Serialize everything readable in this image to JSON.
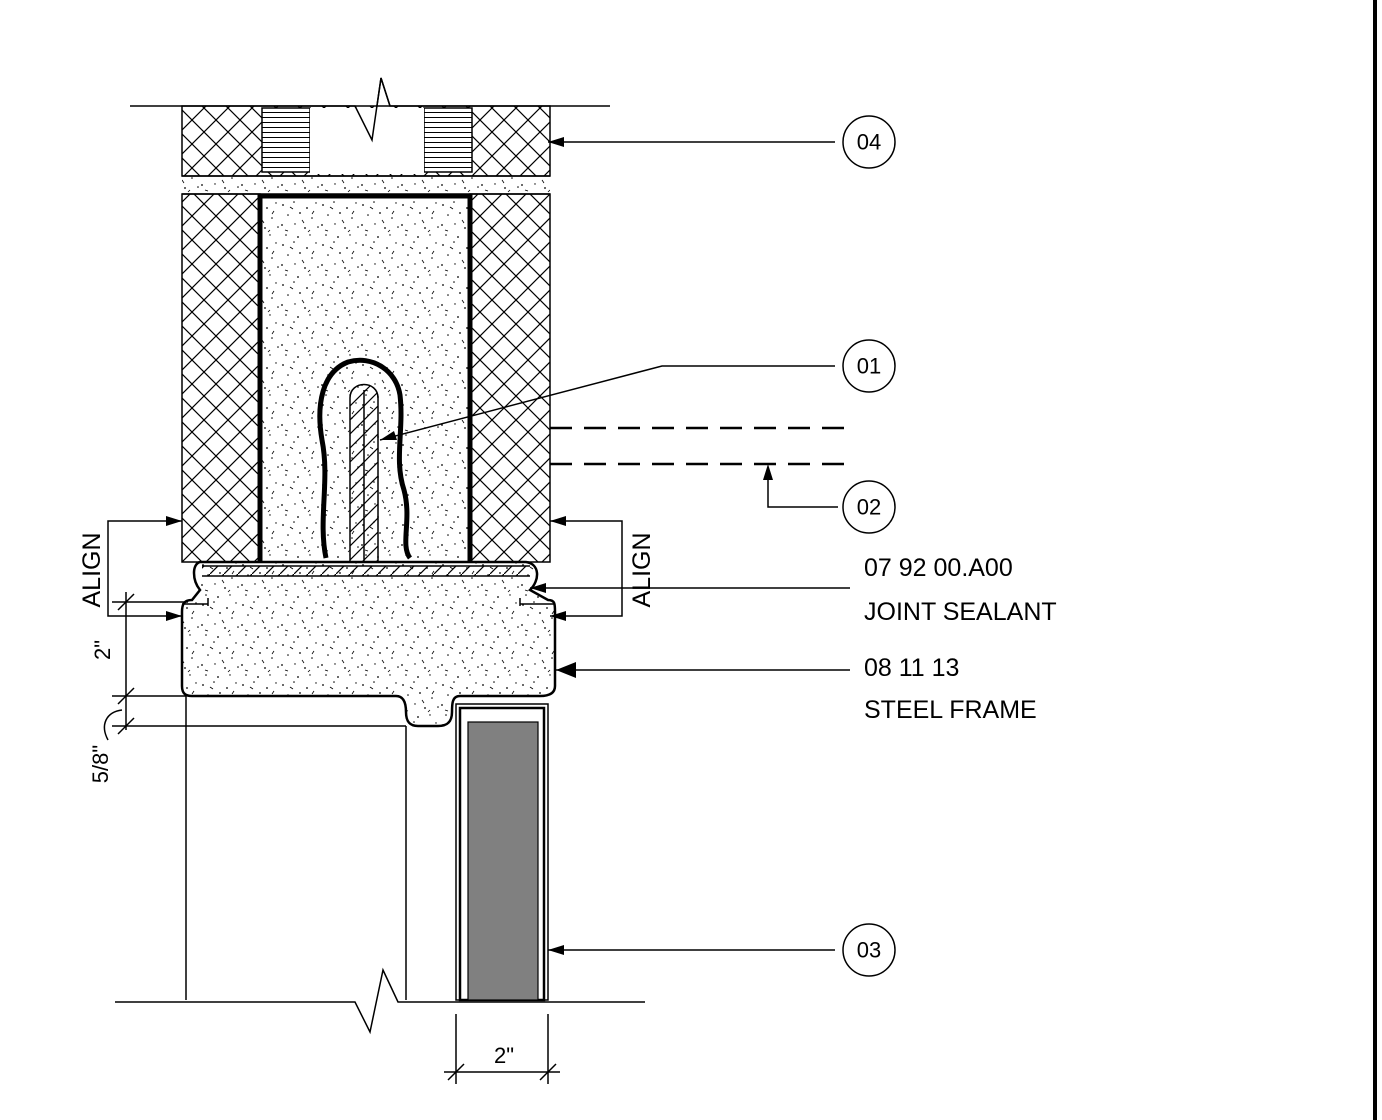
{
  "callouts": {
    "c01": "01",
    "c02": "02",
    "c03": "03",
    "c04": "04"
  },
  "notes": {
    "sealant_code": "07 92 00.A00",
    "sealant_name": "JOINT SEALANT",
    "frame_code": "08 11 13",
    "frame_name": "STEEL FRAME"
  },
  "dimensions": {
    "align_left": "ALIGN",
    "align_right": "ALIGN",
    "dim_2in_vertical": "2\"",
    "dim_5_8in": "5/8\"",
    "dim_2in_horizontal": "2\""
  },
  "colors": {
    "line": "#000000",
    "steel_fill": "#808080",
    "background": "#ffffff"
  }
}
